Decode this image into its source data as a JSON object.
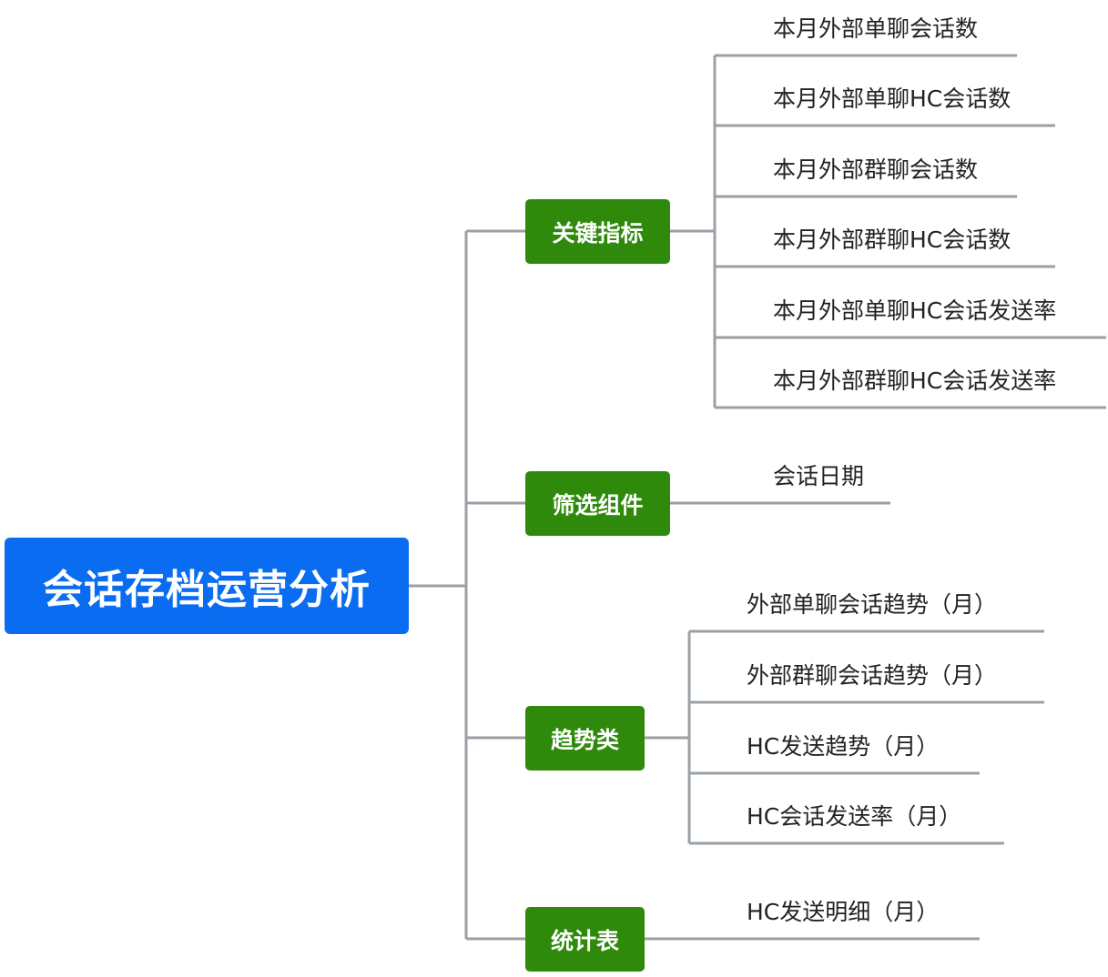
{
  "root": {
    "label": "会话存档运营分析"
  },
  "branches": [
    {
      "label": "关键指标",
      "items": [
        "本月外部单聊会话数",
        "本月外部单聊HC会话数",
        "本月外部群聊会话数",
        "本月外部群聊HC会话数",
        "本月外部单聊HC会话发送率",
        "本月外部群聊HC会话发送率"
      ]
    },
    {
      "label": "筛选组件",
      "items": [
        "会话日期"
      ]
    },
    {
      "label": "趋势类",
      "items": [
        "外部单聊会话趋势（月）",
        "外部群聊会话趋势（月）",
        "HC发送趋势（月）",
        "HC会话发送率（月）"
      ]
    },
    {
      "label": "统计表",
      "items": [
        "HC发送明细（月）"
      ]
    }
  ],
  "colors": {
    "root_fill": "#0A6CF0",
    "branch_fill": "#2F8A0C",
    "connector": "#9AA0A6",
    "text": "#222222"
  }
}
